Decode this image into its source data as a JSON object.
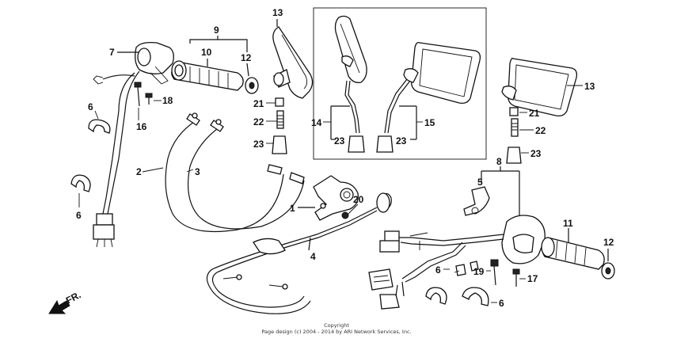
{
  "diagram": {
    "callouts": [
      "13",
      "9",
      "7",
      "10",
      "12",
      "21",
      "22",
      "23",
      "18",
      "16",
      "6",
      "2",
      "3",
      "1",
      "20",
      "4",
      "6",
      "5",
      "8",
      "13",
      "21",
      "22",
      "23",
      "14",
      "23",
      "23",
      "15",
      "11",
      "12",
      "19",
      "17",
      "6",
      "6"
    ],
    "direction_label": "FR.",
    "copyright": {
      "line1": "Copyright",
      "line2": "Page design (c) 2004 - 2014 by ARI Network Services, Inc."
    }
  }
}
